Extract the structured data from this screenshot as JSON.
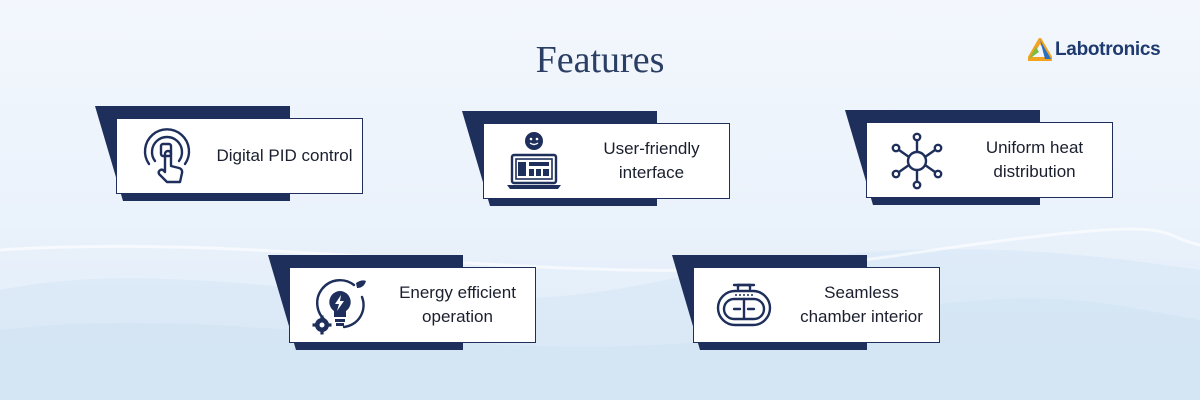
{
  "title": "Features",
  "brand": {
    "name": "Labotronics"
  },
  "colors": {
    "navy": "#1e2f5c",
    "text": "#1a1f2e",
    "title": "#2b3e63",
    "brand": "#1e3a6e"
  },
  "features": [
    {
      "label": "Digital PID control",
      "icon": "touch-dial-icon"
    },
    {
      "label": "User-friendly interface",
      "icon": "smiley-laptop-icon"
    },
    {
      "label": "Uniform heat distribution",
      "icon": "network-hub-icon"
    },
    {
      "label": "Energy efficient operation",
      "icon": "bulb-gear-icon"
    },
    {
      "label": "Seamless chamber interior",
      "icon": "chamber-icon"
    }
  ]
}
